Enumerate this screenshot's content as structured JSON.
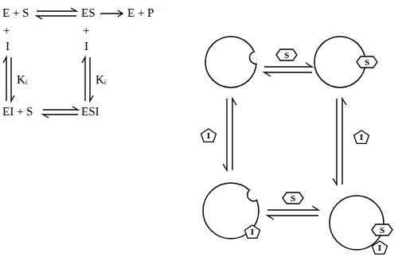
{
  "diagram": {
    "nodes": [
      {
        "text": [
          "S"
        ]
      },
      {
        "text": [
          "S"
        ]
      },
      {
        "text": [
          "I"
        ]
      },
      {
        "text": [
          "I"
        ]
      },
      {
        "text": [
          "S"
        ]
      },
      {
        "text": [
          "I"
        ]
      },
      {
        "text": [
          "S"
        ]
      },
      {
        "text": [
          "I"
        ]
      }
    ],
    "labels": [
      "E + S",
      "ES",
      "E + P",
      "+",
      "+",
      "I",
      "I",
      "Kᵢ",
      "Kᵢ",
      "EI + S",
      "ESI"
    ]
  }
}
